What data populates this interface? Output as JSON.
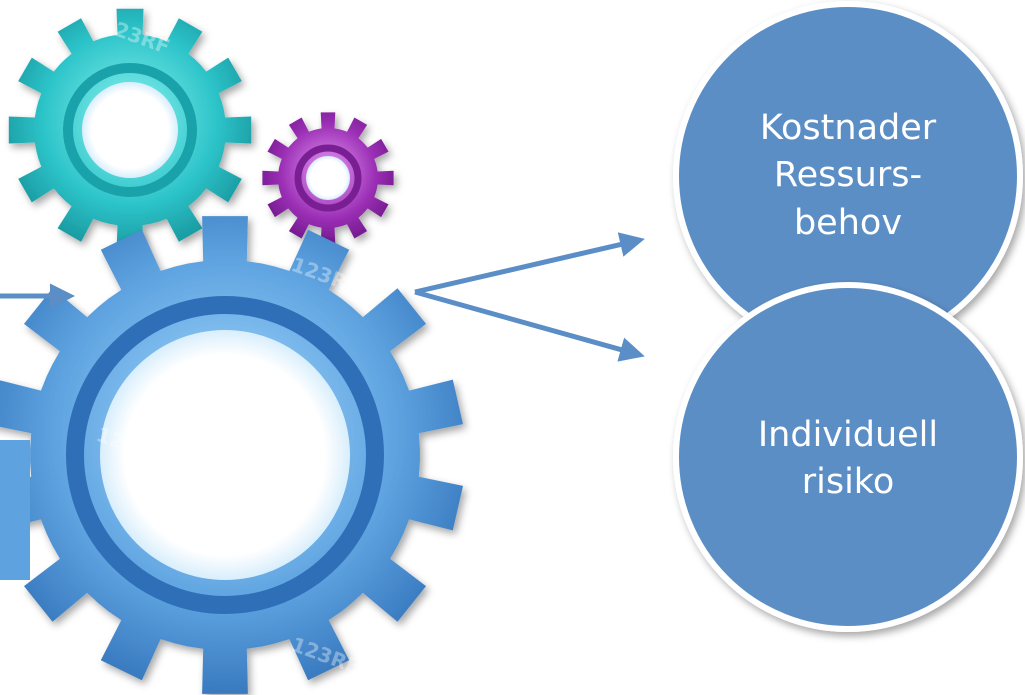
{
  "watermark": "123RF",
  "circles": [
    {
      "id": "costs",
      "lines": [
        "Kostnader",
        "Ressurs-",
        "behov"
      ]
    },
    {
      "id": "risk",
      "lines": [
        "Individuell",
        "risiko"
      ]
    }
  ],
  "colors": {
    "gear_large": "#5ea3e0",
    "gear_teal": "#2cc4c9",
    "gear_purple": "#9b2fb5",
    "circle_fill": "#5b8ec6",
    "circle_border": "#ffffff",
    "arrow": "#5b8ec6"
  },
  "icons": [
    "gear-icon-large",
    "gear-icon-teal",
    "gear-icon-purple",
    "arrow-icon"
  ]
}
